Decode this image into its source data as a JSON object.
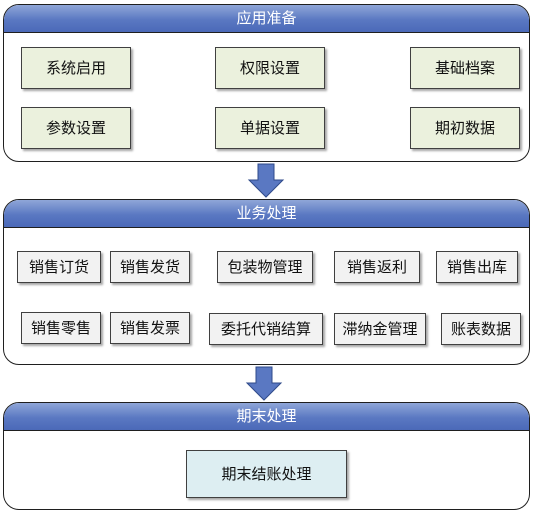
{
  "sections": [
    {
      "title": "应用准备",
      "items": [
        "系统启用",
        "权限设置",
        "基础档案",
        "参数设置",
        "单据设置",
        "期初数据"
      ]
    },
    {
      "title": "业务处理",
      "items": [
        "销售订货",
        "销售发货",
        "包装物管理",
        "销售返利",
        "销售出库",
        "销售零售",
        "销售发票",
        "委托代销结算",
        "滞纳金管理",
        "账表数据"
      ]
    },
    {
      "title": "期末处理",
      "items": [
        "期末结账处理"
      ]
    }
  ],
  "colors": {
    "header": "#5a78c2",
    "arrow": "#5a78c2",
    "prep_box": "#ebf1dd",
    "biz_box": "#f2f2f2",
    "end_box": "#ddeef2"
  },
  "icons": {
    "flow_arrow": "down-arrow-icon"
  }
}
